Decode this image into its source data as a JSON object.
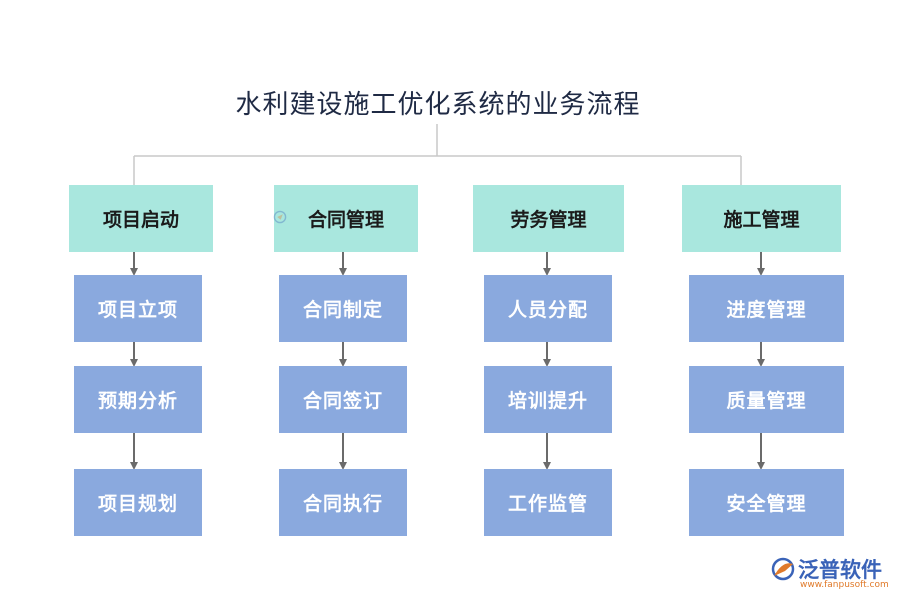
{
  "title": "水利建设施工优化系统的业务流程",
  "columns": [
    {
      "header": "项目启动",
      "steps": [
        "项目立项",
        "预期分析",
        "项目规划"
      ]
    },
    {
      "header": "合同管理",
      "steps": [
        "合同制定",
        "合同签订",
        "合同执行"
      ]
    },
    {
      "header": "劳务管理",
      "steps": [
        "人员分配",
        "培训提升",
        "工作监管"
      ]
    },
    {
      "header": "施工管理",
      "steps": [
        "进度管理",
        "质量管理",
        "安全管理"
      ]
    }
  ],
  "brand": {
    "name": "泛普软件",
    "url": "www.fanpusoft.com"
  },
  "colors": {
    "header_fill": "#a9e7de",
    "step_fill": "#8aa9de",
    "connector": "#c8c8c8",
    "arrow": "#6b6b6b",
    "brand_blue": "#3a63b8",
    "brand_orange": "#e07a2a"
  }
}
